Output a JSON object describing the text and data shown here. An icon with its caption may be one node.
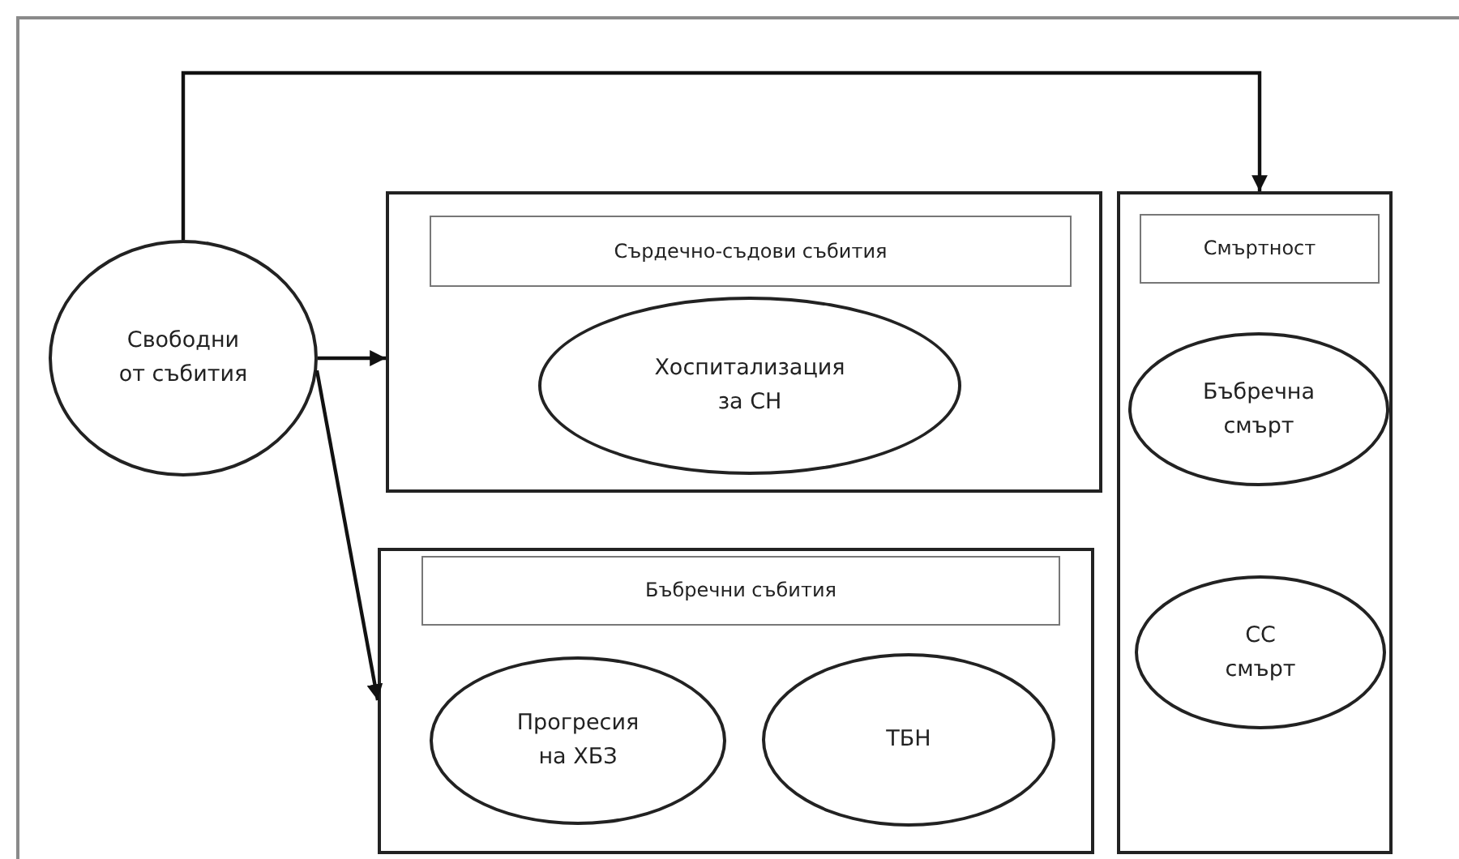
{
  "diagram": {
    "nodes": [
      {
        "text": [
          "Свободни от събития"
        ]
      },
      {
        "text": [],
        "shape": "box"
      },
      {
        "text": [
          "Сърдечно-съдови събития"
        ],
        "in": 1
      },
      {
        "text": [
          "Хоспитализация за СН"
        ],
        "in": 1
      },
      {
        "text": [],
        "shape": "box"
      },
      {
        "text": [
          "Бъбречни събития"
        ],
        "in": 4
      },
      {
        "text": [
          "Прогресия на ХБЗ"
        ],
        "in": 4
      },
      {
        "text": [
          "ТБН"
        ],
        "in": 4
      },
      {
        "text": [],
        "shape": "box"
      },
      {
        "text": [
          "Смъртност"
        ],
        "in": 8
      },
      {
        "text": [
          "Бъбречна смърт"
        ],
        "in": 8
      },
      {
        "text": [
          "СС смърт"
        ],
        "in": 8
      }
    ],
    "edges": [
      {
        "from": 0,
        "to": 1,
        "arrow": "to"
      },
      {
        "from": 0,
        "to": 4,
        "arrow": "to"
      },
      {
        "from": 0,
        "to": 8,
        "arrow": "to"
      }
    ]
  }
}
